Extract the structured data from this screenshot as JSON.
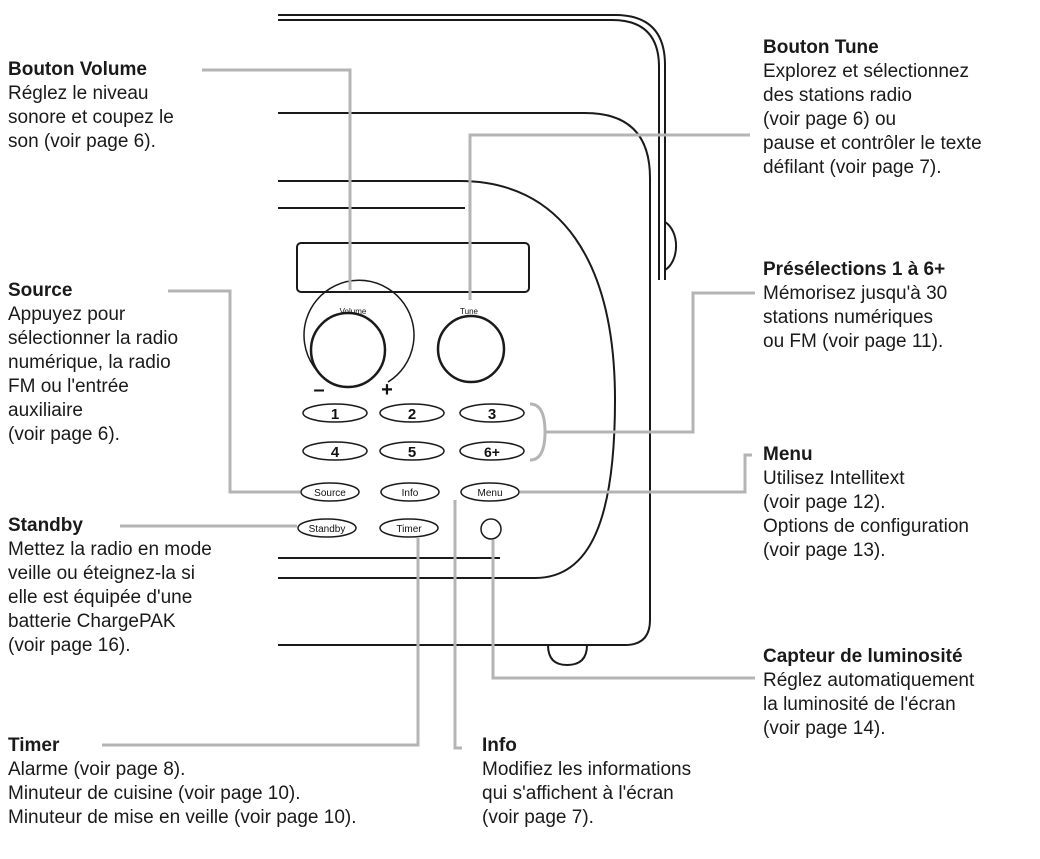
{
  "colors": {
    "line": "#1a1a1a",
    "leader": "#b4b4b4",
    "text": "#1a1a1a"
  },
  "device": {
    "volume_label": "Volume",
    "tune_label": "Tune",
    "minus": "–",
    "plus": "+",
    "preset_buttons": [
      "1",
      "2",
      "3",
      "4",
      "5",
      "6+"
    ],
    "source_button": "Source",
    "info_button": "Info",
    "menu_button": "Menu",
    "standby_button": "Standby",
    "timer_button": "Timer"
  },
  "callouts": {
    "volume": {
      "title": "Bouton Volume",
      "lines": [
        "Réglez le niveau",
        "sonore et coupez le",
        "son (voir page 6)."
      ]
    },
    "source": {
      "title": "Source",
      "lines": [
        "Appuyez pour",
        "sélectionner la radio",
        "numérique, la radio",
        "FM ou l'entrée",
        "auxiliaire",
        "(voir page 6)."
      ]
    },
    "standby": {
      "title": "Standby",
      "lines": [
        "Mettez la radio en mode",
        "veille ou éteignez-la si",
        "elle est équipée d'une",
        "batterie ChargePAK",
        "(voir page 16)."
      ]
    },
    "timer": {
      "title": "Timer",
      "lines": [
        "Alarme (voir page 8).",
        "Minuteur de cuisine (voir page 10).",
        "Minuteur de mise en veille (voir page 10)."
      ]
    },
    "info": {
      "title": "Info",
      "lines": [
        "Modifiez les informations",
        "qui s'affichent à l'écran",
        "(voir page 7)."
      ]
    },
    "tune": {
      "title": "Bouton Tune",
      "lines": [
        "Explorez et sélectionnez",
        "des stations radio",
        "(voir page 6) ou",
        "pause et contrôler le texte",
        "défilant  (voir page 7)."
      ]
    },
    "presets": {
      "title": "Présélections 1 à 6+",
      "lines": [
        "Mémorisez jusqu'à 30",
        "stations numériques",
        "ou FM (voir page 11)."
      ]
    },
    "menu": {
      "title": "Menu",
      "lines": [
        "Utilisez Intellitext",
        "(voir page 12).",
        "Options de configuration",
        "(voir page 13)."
      ]
    },
    "light_sensor": {
      "title": "Capteur de luminosité",
      "lines": [
        "Réglez automatiquement",
        "la luminosité de l'écran",
        "(voir page 14)."
      ]
    }
  }
}
